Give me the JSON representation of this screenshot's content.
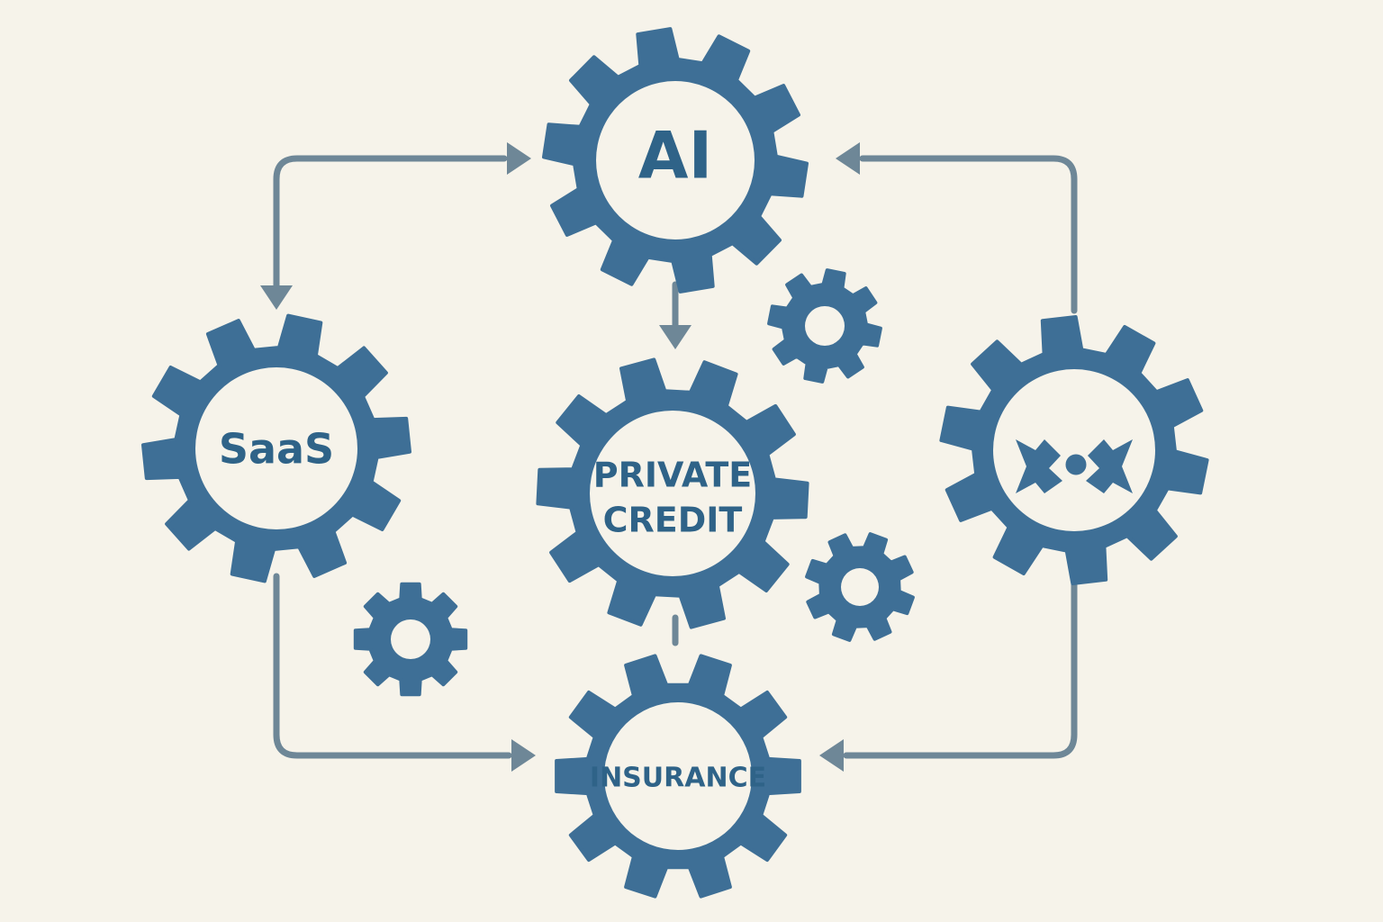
{
  "colors": {
    "background": "#f6f3ea",
    "gear": "#3e6f96",
    "gear_face": "#f6f3ea",
    "text": "#2f6388",
    "arrow": "#6e8797"
  },
  "nodes": {
    "ai": {
      "label": "AI"
    },
    "saas": {
      "label": "SaaS"
    },
    "private_credit": {
      "label_line1": "PRIVATE",
      "label_line2": "CREDIT"
    },
    "insurance": {
      "label": "INSURANCE"
    },
    "unlabeled": {
      "icon": "crossed-hands-icon"
    }
  },
  "connections": [
    {
      "from": "saas",
      "to": "ai",
      "kind": "arrow"
    },
    {
      "from": "ai",
      "to": "saas",
      "kind": "arrow"
    },
    {
      "from": "unlabeled",
      "to": "ai",
      "kind": "arrow"
    },
    {
      "from": "ai",
      "to": "private_credit",
      "kind": "arrow"
    },
    {
      "from": "private_credit",
      "to": "insurance",
      "kind": "line"
    },
    {
      "from": "saas",
      "to": "insurance",
      "kind": "arrow"
    },
    {
      "from": "unlabeled",
      "to": "insurance",
      "kind": "arrow"
    }
  ],
  "decorations": {
    "small_gears": [
      "gear-icon",
      "gear-icon",
      "gear-icon"
    ]
  }
}
